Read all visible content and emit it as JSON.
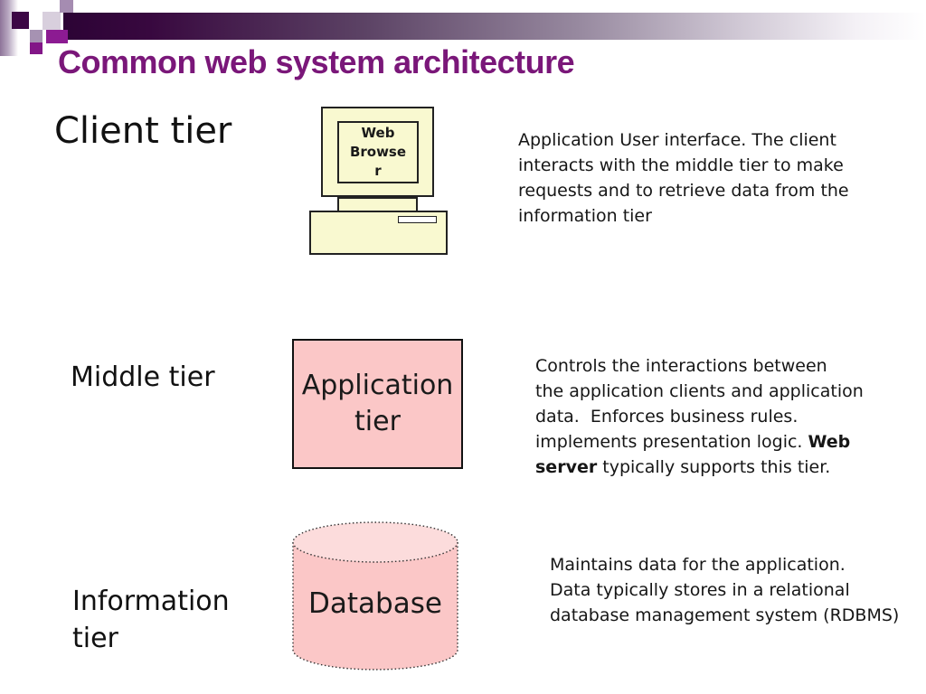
{
  "slide": {
    "title": "Common web system architecture"
  },
  "colors": {
    "title": "#7a1779",
    "pink_fill": "#fbc7c7",
    "pink_light": "#fcdcdc",
    "yellow_fill": "#f9f9d0"
  },
  "client": {
    "label": "Client tier",
    "monitor_label": "Web\nBrowse\nr",
    "desc": "Application User interface. The client\ninteracts with the middle tier to make\nrequests and to retrieve data from the\ninformation tier"
  },
  "middle": {
    "label": "Middle tier",
    "box_label": "Application tier",
    "desc_lines": [
      [
        {
          "t": "Controls the interactions between"
        }
      ],
      [
        {
          "t": "the application clients and application"
        }
      ],
      [
        {
          "t": "data.  Enforces business rules."
        }
      ],
      [
        {
          "t": "implements presentation logic. "
        },
        {
          "t": "Web",
          "b": true
        }
      ],
      [
        {
          "t": "server",
          "b": true
        },
        {
          "t": " typically supports this tier."
        }
      ]
    ]
  },
  "info": {
    "label": "Information\ntier",
    "cylinder_label": "Database",
    "desc": "Maintains data for the application.\nData typically stores in a relational\ndatabase management system (RDBMS)"
  }
}
